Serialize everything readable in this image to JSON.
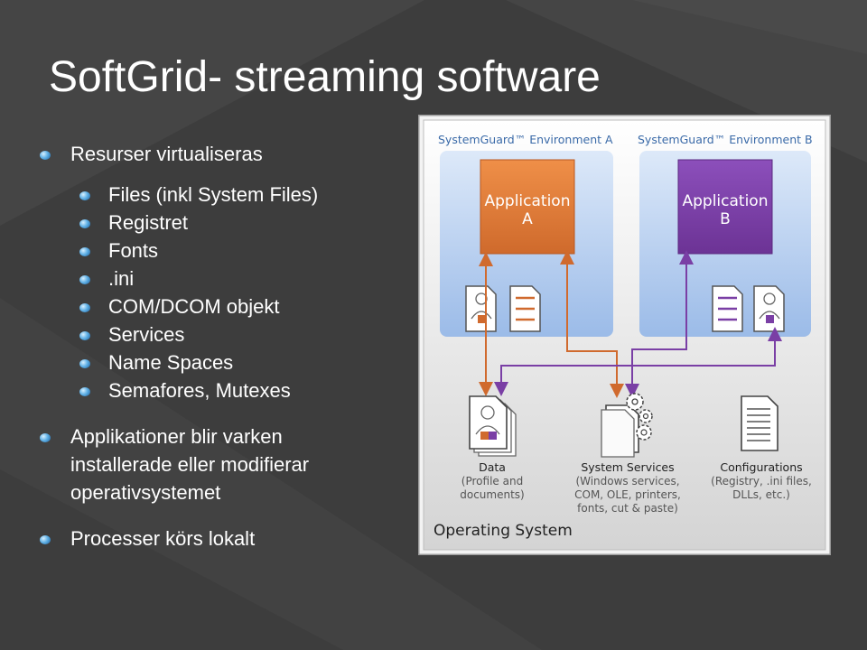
{
  "slide": {
    "title": "SoftGrid- streaming software",
    "bullets": {
      "b1": "Resurser virtualiseras",
      "sub": [
        "Files (inkl System Files)",
        "Registret",
        "Fonts",
        ".ini",
        "COM/DCOM objekt",
        "Services",
        "Name Spaces",
        "Semafores, Mutexes"
      ],
      "b2_line1": "Applikationer blir varken",
      "b2_line2": "installerade eller modifierar",
      "b2_line3": "operativsystemet",
      "b3": "Processer körs lokalt"
    }
  },
  "figure": {
    "env_a": "SystemGuard™ Environment A",
    "env_b": "SystemGuard™ Environment B",
    "app_a_line1": "Application",
    "app_a_line2": "A",
    "app_b_line1": "Application",
    "app_b_line2": "B",
    "data_title": "Data",
    "data_l1": "(Profile and",
    "data_l2": "documents)",
    "svc_title": "System Services",
    "svc_l1": "(Windows services,",
    "svc_l2": "COM, OLE, printers,",
    "svc_l3": "fonts, cut & paste)",
    "cfg_title": "Configurations",
    "cfg_l1": "(Registry, .ini files,",
    "cfg_l2": "DLLs, etc.)",
    "os_label": "Operating System"
  },
  "colors": {
    "background": "#3d3d3d",
    "app_a": "#e07b3c",
    "app_b": "#7b3fa6",
    "env_panel": "#c9dcf5",
    "figure_title": "#3a6aa8"
  }
}
